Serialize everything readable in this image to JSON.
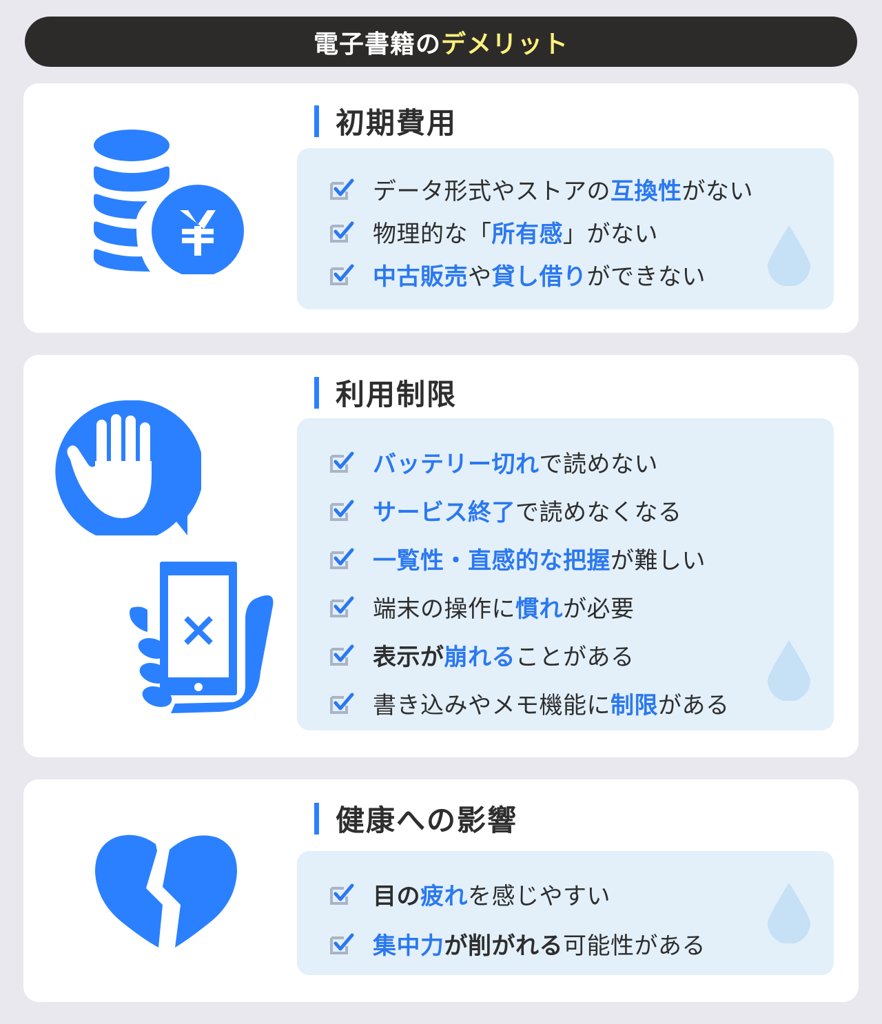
{
  "title": {
    "part1": "電子書籍の",
    "part2": "デメリット",
    "colors": {
      "background": "#2d2b2a",
      "text": "#ffffff",
      "highlight": "#fff27a"
    }
  },
  "colors": {
    "page_bg": "#e9e8ef",
    "card_bg": "#ffffff",
    "list_bg": "#e3f0fa",
    "accent_blue": "#2b78f0",
    "icon_blue": "#2b80ff",
    "drop": "#c6e0f5",
    "text": "#2e2e2e"
  },
  "sections": [
    {
      "heading": "初期費用",
      "icon": "yen-coins-icon",
      "items": [
        {
          "segments": [
            {
              "text": "データ形式やストアの",
              "style": "normal"
            },
            {
              "text": "互換性",
              "style": "blue"
            },
            {
              "text": "がない",
              "style": "normal"
            }
          ]
        },
        {
          "segments": [
            {
              "text": "物理的な「",
              "style": "normal"
            },
            {
              "text": "所有感",
              "style": "blue"
            },
            {
              "text": "」がない",
              "style": "normal"
            }
          ]
        },
        {
          "segments": [
            {
              "text": "中古販売",
              "style": "blue"
            },
            {
              "text": "や",
              "style": "normal"
            },
            {
              "text": "貸し借り",
              "style": "blue"
            },
            {
              "text": "ができない",
              "style": "normal"
            }
          ]
        }
      ]
    },
    {
      "heading": "利用制限",
      "icon": "stop-hand-icon",
      "icon2": "phone-error-icon",
      "items": [
        {
          "segments": [
            {
              "text": "バッテリー切れ",
              "style": "blue"
            },
            {
              "text": "で読めない",
              "style": "normal"
            }
          ]
        },
        {
          "segments": [
            {
              "text": "サービス終了",
              "style": "blue"
            },
            {
              "text": "で読めなくなる",
              "style": "normal"
            }
          ]
        },
        {
          "segments": [
            {
              "text": "一覧性・直感的な把握",
              "style": "blue"
            },
            {
              "text": "が難しい",
              "style": "normal"
            }
          ]
        },
        {
          "segments": [
            {
              "text": "端末の操作に",
              "style": "normal"
            },
            {
              "text": "慣れ",
              "style": "blue"
            },
            {
              "text": "が必要",
              "style": "normal"
            }
          ]
        },
        {
          "segments": [
            {
              "text": "表示が",
              "style": "bold"
            },
            {
              "text": "崩れる",
              "style": "blue"
            },
            {
              "text": "ことがある",
              "style": "normal"
            }
          ]
        },
        {
          "segments": [
            {
              "text": "書き込みやメモ機能に",
              "style": "normal"
            },
            {
              "text": "制限",
              "style": "blue"
            },
            {
              "text": "がある",
              "style": "normal"
            }
          ]
        }
      ]
    },
    {
      "heading": "健康への影響",
      "icon": "broken-heart-icon",
      "items": [
        {
          "segments": [
            {
              "text": "目の",
              "style": "bold"
            },
            {
              "text": "疲れ",
              "style": "blue"
            },
            {
              "text": "を感じやすい",
              "style": "normal"
            }
          ]
        },
        {
          "segments": [
            {
              "text": "集中力",
              "style": "blue"
            },
            {
              "text": "が削がれる",
              "style": "bold"
            },
            {
              "text": "可能性がある",
              "style": "normal"
            }
          ]
        }
      ]
    }
  ]
}
